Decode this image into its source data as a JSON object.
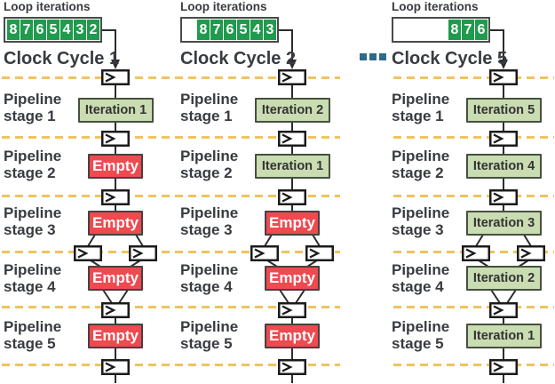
{
  "colors": {
    "queue_cell_green": "#1e9b4d",
    "iteration_box_fill": "#cadcb2",
    "empty_box_fill": "#ee4a50",
    "dashed_separator": "#f1c35f",
    "ellipsis_blue": "#2d6a8c",
    "wire": "#2c2c2c",
    "text": "#383b40"
  },
  "columns": [
    {
      "loop_iterations_label": "Loop iterations",
      "clock_cycle_label": "Clock Cycle 1",
      "queue_cells": [
        "8",
        "7",
        "6",
        "5",
        "4",
        "3",
        "2"
      ],
      "stages": [
        {
          "label_line1": "Pipeline",
          "label_line2": "stage 1",
          "box_label": "Iteration 1"
        },
        {
          "label_line1": "Pipeline",
          "label_line2": "stage 2",
          "box_label": "Empty"
        },
        {
          "label_line1": "Pipeline",
          "label_line2": "stage 3",
          "box_label": "Empty"
        },
        {
          "label_line1": "Pipeline",
          "label_line2": "stage 4",
          "box_label": "Empty"
        },
        {
          "label_line1": "Pipeline",
          "label_line2": "stage 5",
          "box_label": "Empty"
        }
      ]
    },
    {
      "loop_iterations_label": "Loop iterations",
      "clock_cycle_label": "Clock Cycle 2",
      "queue_cells": [
        "8",
        "7",
        "6",
        "5",
        "4",
        "3"
      ],
      "stages": [
        {
          "label_line1": "Pipeline",
          "label_line2": "stage 1",
          "box_label": "Iteration 2"
        },
        {
          "label_line1": "Pipeline",
          "label_line2": "stage 2",
          "box_label": "Iteration 1"
        },
        {
          "label_line1": "Pipeline",
          "label_line2": "stage 3",
          "box_label": "Empty"
        },
        {
          "label_line1": "Pipeline",
          "label_line2": "stage 4",
          "box_label": "Empty"
        },
        {
          "label_line1": "Pipeline",
          "label_line2": "stage 5",
          "box_label": "Empty"
        }
      ]
    },
    {
      "loop_iterations_label": "Loop iterations",
      "clock_cycle_label": "Clock Cycle 5",
      "queue_cells": [
        "8",
        "7",
        "6"
      ],
      "stages": [
        {
          "label_line1": "Pipeline",
          "label_line2": "stage 1",
          "box_label": "Iteration 5"
        },
        {
          "label_line1": "Pipeline",
          "label_line2": "stage 2",
          "box_label": "Iteration 4"
        },
        {
          "label_line1": "Pipeline",
          "label_line2": "stage 3",
          "box_label": "Iteration 3"
        },
        {
          "label_line1": "Pipeline",
          "label_line2": "stage 4",
          "box_label": "Iteration 2"
        },
        {
          "label_line1": "Pipeline",
          "label_line2": "stage 5",
          "box_label": "Iteration 1"
        }
      ]
    }
  ]
}
